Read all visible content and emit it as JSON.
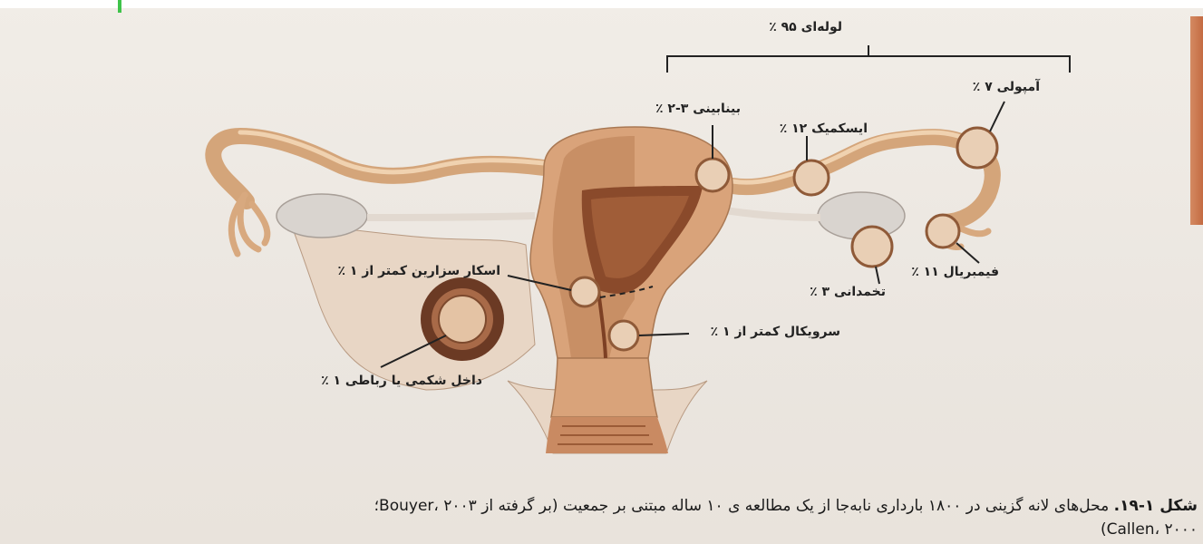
{
  "labels": {
    "tubal": "لوله‌ای ۹۵ ٪",
    "ampullary": "آمپولی ۷ ٪",
    "interstitial": "بینابینی ۳-۲ ٪",
    "isthmic": "ایسکمیک ۱۲ ٪",
    "cesarean_scar": "اسکار سزارین کمتر از ۱ ٪",
    "ovarian": "تخمدانی ۳ ٪",
    "fimbrial": "فیمبریال ۱۱ ٪",
    "cervical": "سرویکال کمتر از ۱ ٪",
    "abdominal": "داخل شکمی یا رباطی ۱ ٪"
  },
  "caption": {
    "lead": "شکل ۱-۱۹.",
    "line1": "محل‌های لانه گزینی در ۱۸۰۰ بارداری نابه‌جا از یک مطالعه ی ۱۰ ساله مبتنی بر جمعیت (بر گرفته از Bouyer، ۲۰۰۳؛",
    "line2": "Callen، ۲۰۰۰)"
  }
}
